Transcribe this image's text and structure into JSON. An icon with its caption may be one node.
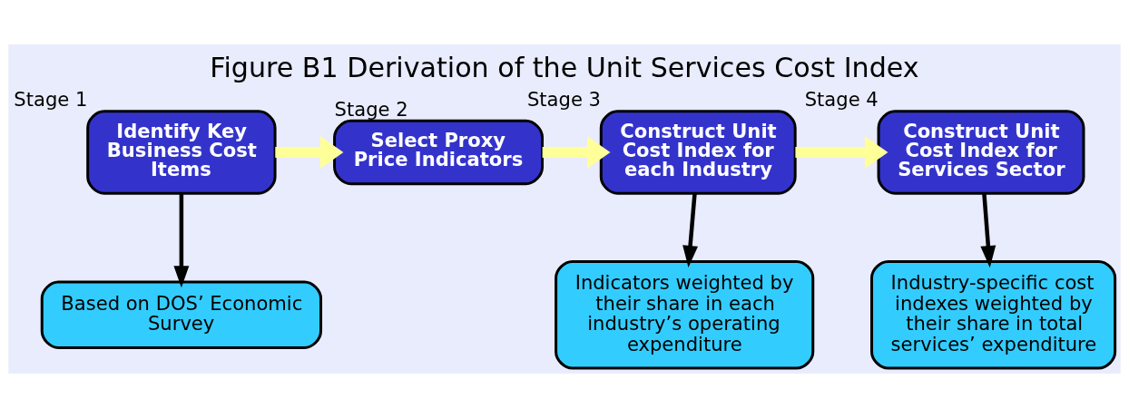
{
  "diagram": {
    "title": "Figure B1 Derivation of the Unit Services Cost Index",
    "nodes": [
      {
        "text": [
          "Identify Key Business Cost Items"
        ],
        "beside": [
          "Stage 1"
        ]
      },
      {
        "text": [
          "Select Proxy Price Indicators"
        ],
        "beside": [
          "Stage 2"
        ]
      },
      {
        "text": [
          "Construct Unit Cost Index for each Industry"
        ],
        "beside": [
          "Stage 3"
        ]
      },
      {
        "text": [
          "Construct Unit Cost Index for Services Sector"
        ],
        "beside": [
          "Stage 4"
        ]
      },
      {
        "text": [
          "Based on DOS’ Economic Survey"
        ]
      },
      {
        "text": [
          "Indicators weighted by their share in each industry’s operating expenditure"
        ]
      },
      {
        "text": [
          "Industry-specific cost indexes weighted by their share in total services’ expenditure"
        ]
      }
    ],
    "edges": [
      {
        "from": 0,
        "to": 1,
        "arrow": "to",
        "style": "thick",
        "color": "#ffff99"
      },
      {
        "from": 1,
        "to": 2,
        "arrow": "to",
        "style": "thick",
        "color": "#ffff99"
      },
      {
        "from": 2,
        "to": 3,
        "arrow": "to",
        "style": "thick",
        "color": "#ffff99"
      },
      {
        "from": 0,
        "to": 4,
        "arrow": "to",
        "color": "#000000"
      },
      {
        "from": 2,
        "to": 5,
        "arrow": "to",
        "color": "#000000"
      },
      {
        "from": 3,
        "to": 6,
        "arrow": "to",
        "color": "#000000"
      }
    ]
  }
}
